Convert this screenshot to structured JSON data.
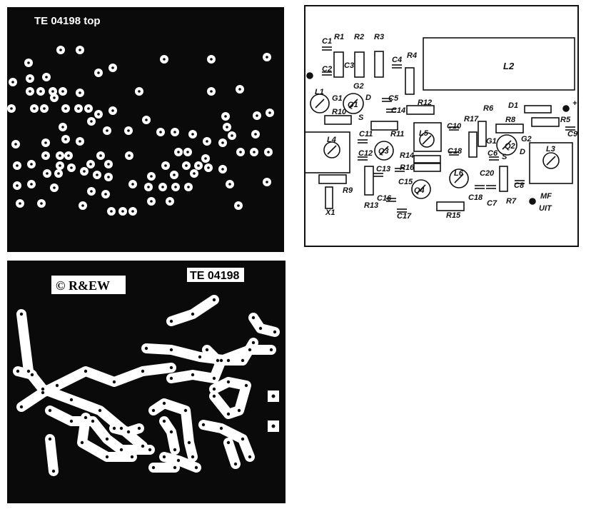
{
  "top_copper": {
    "title": "TE 04198 top"
  },
  "bottom_copper": {
    "copyright": "© R&EW",
    "code": "TE 04198"
  },
  "component_layout": {
    "labels": [
      "C1",
      "R1",
      "R2",
      "R3",
      "C4",
      "R4",
      "L2",
      "C2",
      "C3",
      "L1",
      "G1",
      "Q1",
      "G2",
      "D",
      "C5",
      "S",
      "R10",
      "C14",
      "R12",
      "D1",
      "+",
      "R6",
      "R17",
      "C10",
      "R8",
      "R5",
      "C9",
      "L5",
      "R11",
      "C11",
      "L4",
      "Q3",
      "G1",
      "Q2",
      "G2",
      "D",
      "L3",
      "C12",
      "R14",
      "C18",
      "C6",
      "S",
      "C13",
      "R16",
      "L6",
      "C20",
      "C8",
      "C15",
      "Q4",
      "R9",
      "C16",
      "C18",
      "C7",
      "R7",
      "MF",
      "UIT",
      "R13",
      "X1",
      "C17",
      "R15"
    ]
  }
}
